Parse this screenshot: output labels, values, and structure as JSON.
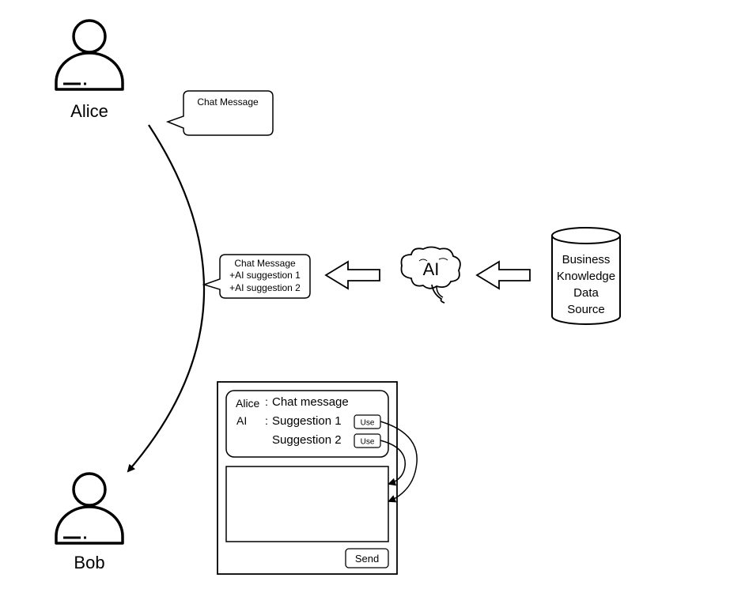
{
  "actors": {
    "sender": {
      "name": "Alice",
      "icon": "user-icon"
    },
    "receiver": {
      "name": "Bob",
      "icon": "user-icon"
    }
  },
  "bubble_1": {
    "line_1": "Chat Message"
  },
  "bubble_2": {
    "line_1": "Chat Message",
    "line_2": "+AI suggestion 1",
    "line_3": "+AI suggestion 2"
  },
  "ai": {
    "label": "AI",
    "icon": "brain-cloud-icon"
  },
  "data_source": {
    "line_1": "Business",
    "line_2": "Knowledge",
    "line_3": "Data",
    "line_4": "Source",
    "icon": "database-cylinder-icon"
  },
  "chat_window": {
    "row_1": {
      "speaker": "Alice",
      "separator": ":",
      "text": "Chat message"
    },
    "row_2": {
      "speaker": "AI",
      "separator": ":",
      "text": "Suggestion 1",
      "button": "Use"
    },
    "row_3": {
      "text": "Suggestion 2",
      "button": "Use"
    },
    "send_button": "Send"
  },
  "colors": {
    "stroke": "#000000",
    "background": "#ffffff"
  }
}
